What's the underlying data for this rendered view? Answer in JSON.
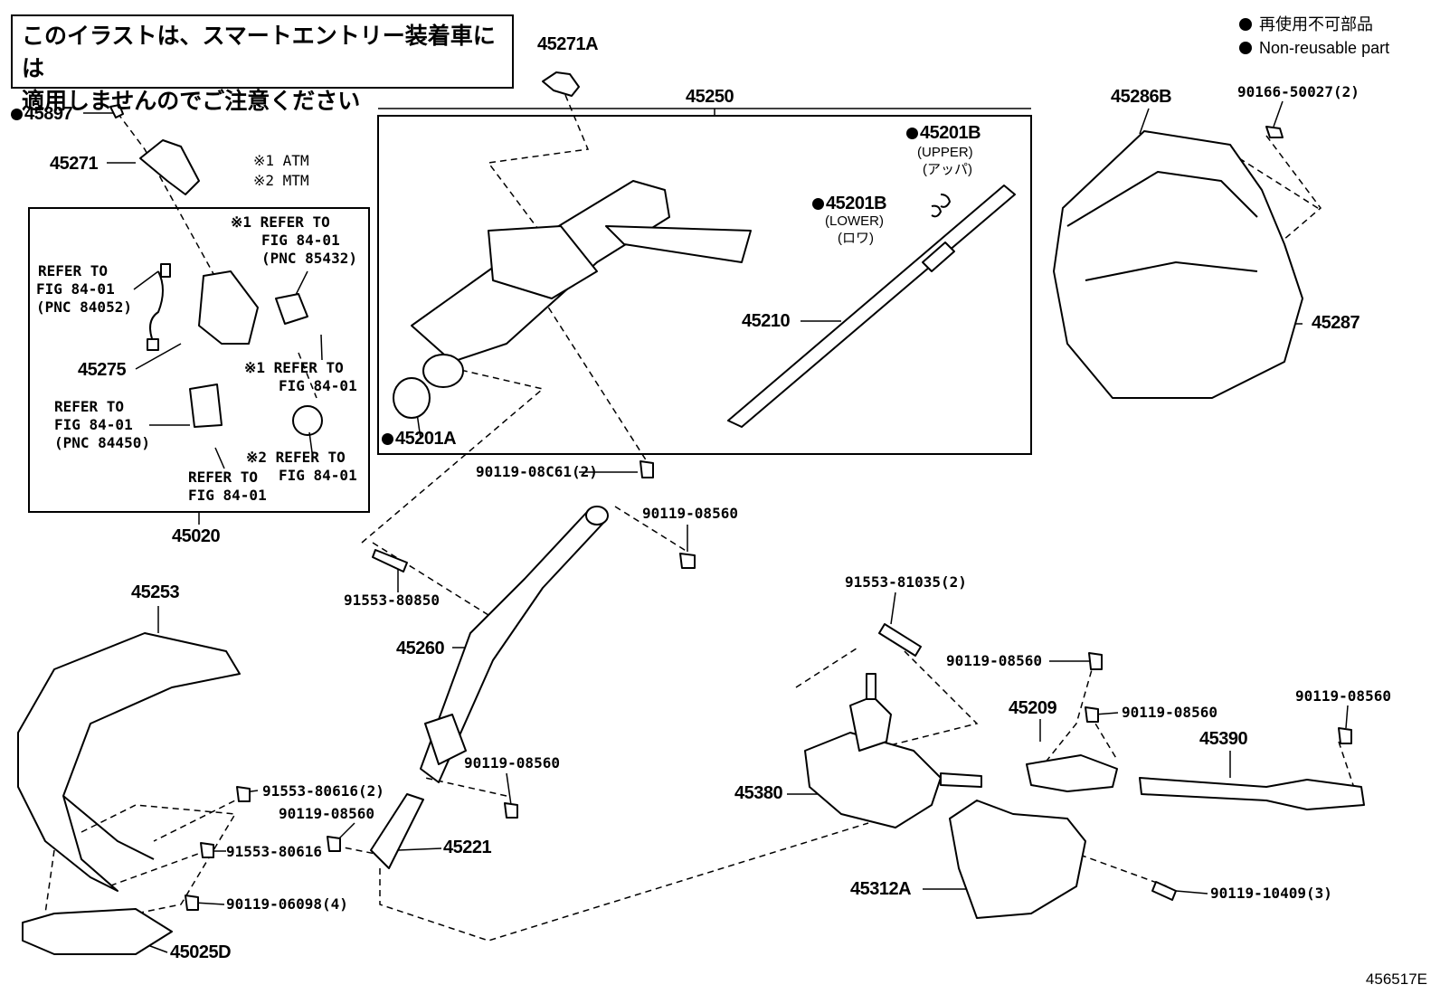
{
  "notice": {
    "line1": "このイラストは、スマートエントリー装着車には",
    "line2": "適用しませんのでご注意ください"
  },
  "legend": {
    "jp": "再使用不可部品",
    "en": "Non-reusable part"
  },
  "variant_notes": {
    "n1": "※1 ATM",
    "n2": "※2 MTM"
  },
  "labels": {
    "p45271A": "45271A",
    "p45250": "45250",
    "p45897": "45897",
    "p45271": "45271",
    "p45201B_up": "45201B",
    "upper_en": "(UPPER)",
    "upper_jp": "(アッパ)",
    "p45201B_lo": "45201B",
    "lower_en": "(LOWER)",
    "lower_jp": "(ロワ)",
    "p45286B": "45286B",
    "p90166": "90166-50027(2)",
    "p45210": "45210",
    "p45287": "45287",
    "p45201A": "45201A",
    "p45275": "45275",
    "p45020": "45020",
    "p90119_08C61": "90119-08C61(2)",
    "p90119_08560_a": "90119-08560",
    "p91553_80850": "91553-80850",
    "p45253": "45253",
    "p45260": "45260",
    "p91553_81035": "91553-81035(2)",
    "p90119_08560_b": "90119-08560",
    "p45209": "45209",
    "p90119_08560_c": "90119-08560",
    "p90119_08560_d": "90119-08560",
    "p45390": "45390",
    "p45380": "45380",
    "p90119_08560_e": "90119-08560",
    "p91553_80616_2": "91553-80616(2)",
    "p90119_08560_f": "90119-08560",
    "p45221": "45221",
    "p91553_80616": "91553-80616",
    "p90119_06098": "90119-06098(4)",
    "p45025D": "45025D",
    "p45312A": "45312A",
    "p90119_10409": "90119-10409(3)"
  },
  "refers": {
    "r1a": "※1 REFER TO",
    "r1b": "FIG 84-01",
    "r1c": "(PNC 85432)",
    "r2a": "REFER TO",
    "r2b": "FIG 84-01",
    "r2c": "(PNC 84052)",
    "r3a": "※1  REFER TO",
    "r3b": "FIG 84-01",
    "r4a": "REFER TO",
    "r4b": "FIG 84-01",
    "r4c": "(PNC 84450)",
    "r5a": "※2 REFER TO",
    "r5b": "FIG 84-01",
    "r6a": "REFER TO",
    "r6b": "FIG 84-01"
  },
  "illustration_code": "456517E"
}
